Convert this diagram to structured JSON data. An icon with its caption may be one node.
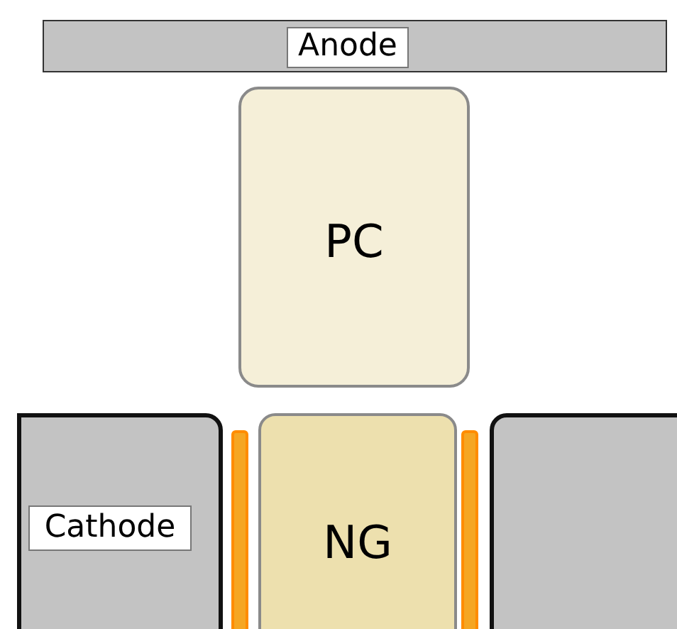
{
  "diagram": {
    "nodes": [
      {
        "text": [
          "Anode"
        ]
      },
      {
        "text": [
          "PC"
        ]
      },
      {
        "text": [
          "Cathode"
        ]
      },
      {
        "text": [],
        "shape": "bar"
      },
      {
        "text": [
          "NG"
        ]
      },
      {
        "text": [],
        "shape": "bar"
      },
      {
        "text": [],
        "shape": "box"
      }
    ]
  }
}
